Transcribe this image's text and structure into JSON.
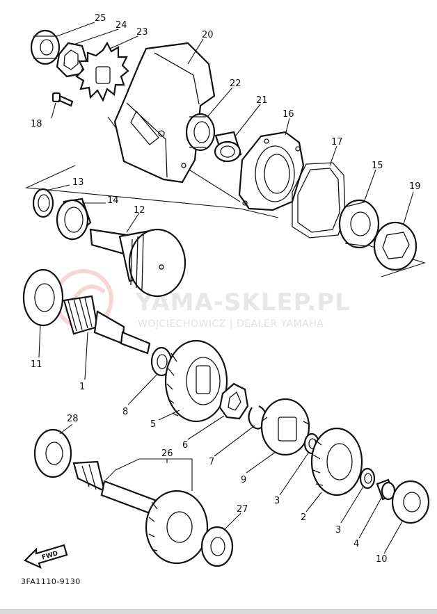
{
  "watermark": {
    "title": "YAMA-SKLEP.PL",
    "subtitle": "WOJCIECHOWICZ | DEALER YAMAHA",
    "logo_color": "#e23a3a"
  },
  "diagram_code": "3FA1110-9130",
  "fwd_label": "FWD",
  "callouts": {
    "c1": "1",
    "c2": "2",
    "c3a": "3",
    "c3b": "3",
    "c4": "4",
    "c5": "5",
    "c6": "6",
    "c7": "7",
    "c8": "8",
    "c9": "9",
    "c10": "10",
    "c11": "11",
    "c12": "12",
    "c13": "13",
    "c14": "14",
    "c15": "15",
    "c16": "16",
    "c17": "17",
    "c18": "18",
    "c19": "19",
    "c20": "20",
    "c21": "21",
    "c22": "22",
    "c23": "23",
    "c24": "24",
    "c25": "25",
    "c26": "26",
    "c27": "27",
    "c28": "28"
  }
}
